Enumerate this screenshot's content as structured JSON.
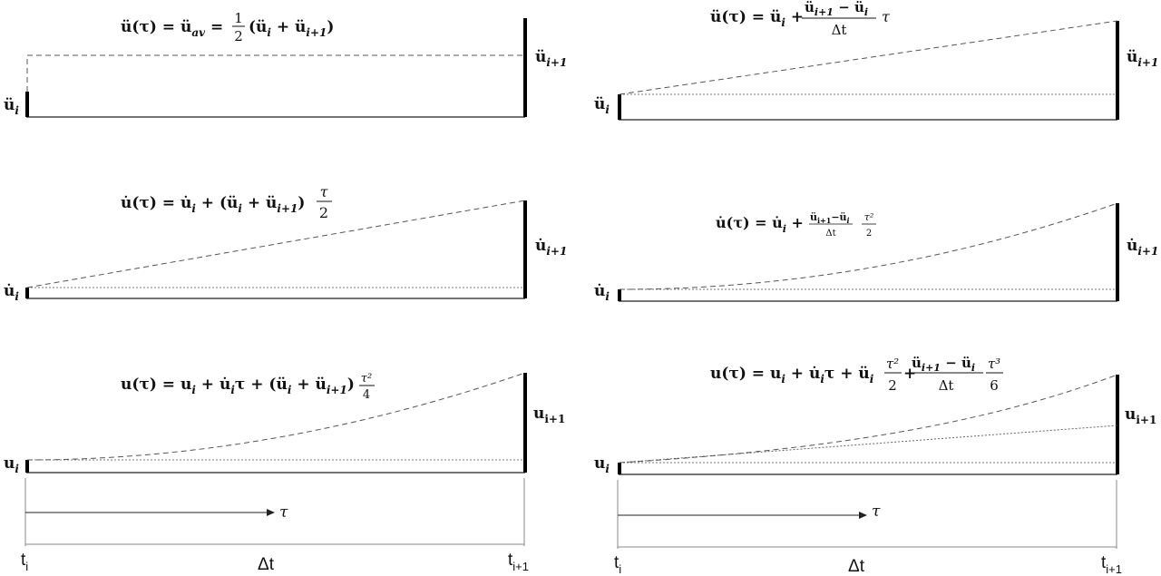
{
  "left": {
    "p1": {
      "eq_lhs": "ü(τ) = ü",
      "eq_lhs_sub": "av",
      "eq_mid": " = ",
      "eq_frac_num": "1",
      "eq_frac_den": "2",
      "eq_rhs": "(ü",
      "eq_rhs_sub1": "i",
      "eq_rhs_plus": " + ü",
      "eq_rhs_sub2": "i+1",
      "eq_rhs_close": ")",
      "start_main": "ü",
      "start_sub": "i",
      "end_main": "ü",
      "end_sub": "i+1"
    },
    "p2": {
      "eq_a": "u̇(τ) = u̇",
      "eq_a_sub": "i",
      "eq_b": " + (ü",
      "eq_b_sub": "i",
      "eq_c": " + ü",
      "eq_c_sub": "i+1",
      "eq_d": ")",
      "eq_frac_num": "τ",
      "eq_frac_den": "2",
      "start_main": "u̇",
      "start_sub": "i",
      "end_main": "u̇",
      "end_sub": "i+1"
    },
    "p3": {
      "eq_a": "u(τ) = u",
      "eq_a_sub": "i",
      "eq_b": " + u̇",
      "eq_b_sub": "i",
      "eq_c": "τ + (ü",
      "eq_c_sub": "i",
      "eq_d": " + ü",
      "eq_d_sub": "i+1",
      "eq_e": ")",
      "eq_frac_num": "τ²",
      "eq_frac_den": "4",
      "start_main": "u",
      "start_sub": "i",
      "end_main": "u",
      "end_sub": "i+1"
    },
    "axis": {
      "tau": "τ",
      "t_start_main": "t",
      "t_start_sub": "i",
      "dt": "Δt",
      "t_end_main": "t",
      "t_end_sub": "i+1"
    }
  },
  "right": {
    "p1": {
      "eq_a": "ü(τ) = ü",
      "eq_a_sub": "i",
      "eq_plus": " + ",
      "eq_frac_num_a": "ü",
      "eq_frac_num_a_sub": "i+1",
      "eq_frac_num_b": " − ü",
      "eq_frac_num_b_sub": "i",
      "eq_frac_den": "Δt",
      "eq_tail": "τ",
      "start_main": "ü",
      "start_sub": "i",
      "end_main": "ü",
      "end_sub": "i+1"
    },
    "p2": {
      "eq_a": "u̇(τ) = u̇",
      "eq_a_sub": "i",
      "eq_plus": " + ",
      "eq_frac_num": "ü",
      "eq_frac_num_sub": "i+1",
      "eq_frac_num_b": "−ü",
      "eq_frac_num_b_sub": "i",
      "eq_frac_den": "Δt",
      "eq_frac2_num": "τ²",
      "eq_frac2_den": "2",
      "start_main": "u̇",
      "start_sub": "i",
      "end_main": "u̇",
      "end_sub": "i+1"
    },
    "p3": {
      "eq_a": "u(τ) = u",
      "eq_a_sub": "i",
      "eq_b": " + u̇",
      "eq_b_sub": "i",
      "eq_c": "τ + ü",
      "eq_c_sub": "i",
      "eq_frac1_num": "τ²",
      "eq_frac1_den": "2",
      "eq_plus": "+",
      "eq_frac2_num_a": "ü",
      "eq_frac2_num_a_sub": "i+1",
      "eq_frac2_num_b": " − ü",
      "eq_frac2_num_b_sub": "i",
      "eq_frac2_den": "Δt",
      "eq_frac3_num": "τ³",
      "eq_frac3_den": "6",
      "start_main": "u",
      "start_sub": "i",
      "end_main": "u",
      "end_sub": "i+1"
    },
    "axis": {
      "tau": "τ",
      "t_start_main": "t",
      "t_start_sub": "i",
      "dt": "Δt",
      "t_end_main": "t",
      "t_end_sub": "i+1"
    }
  }
}
